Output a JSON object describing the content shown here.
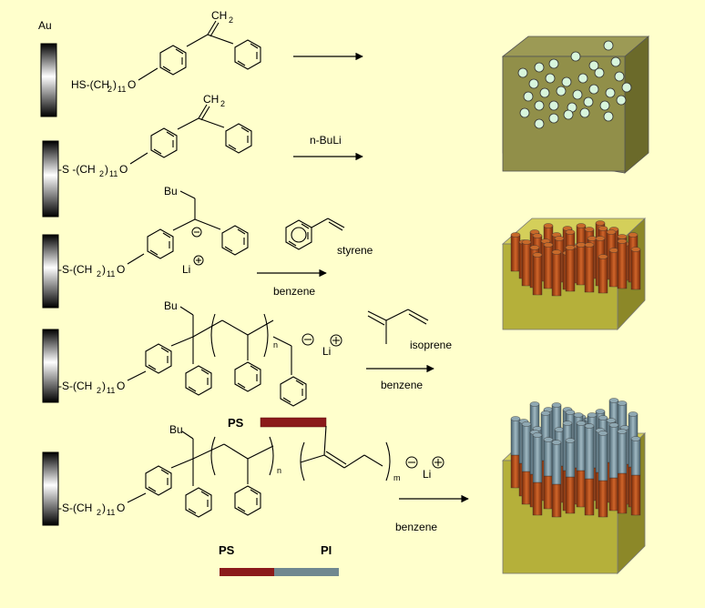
{
  "labels": {
    "au": "Au",
    "thiol": "HS-(CH",
    "sulfide": "-S -(CH",
    "sulfide2": "-S-(CH",
    "sub2": "2",
    "sub11": "11",
    "oxy": "O",
    "ch2": "CH",
    "nbuli": "n-BuLi",
    "bu": "Bu",
    "li": "Li",
    "styrene": "styrene",
    "isoprene": "isoprene",
    "benzene": "benzene",
    "n": "n",
    "m": "m",
    "ps": "PS",
    "pi": "PI"
  },
  "colors": {
    "background": "#ffffcc",
    "ps_bar": "#8b1a1a",
    "pi_bar": "#708890",
    "gold_top": "#d4cf5a",
    "gold_front": "#b5b03a",
    "gold_side": "#8c8828",
    "dot": "#d8f5dc",
    "ps_rod": "#b5521c",
    "pi_rod": "#6a8a96"
  },
  "icons": [
    "gold-electrode-icon",
    "reaction-arrow-icon",
    "benzene-ring-icon",
    "substrate-block-icon",
    "polymer-brush-icon"
  ]
}
